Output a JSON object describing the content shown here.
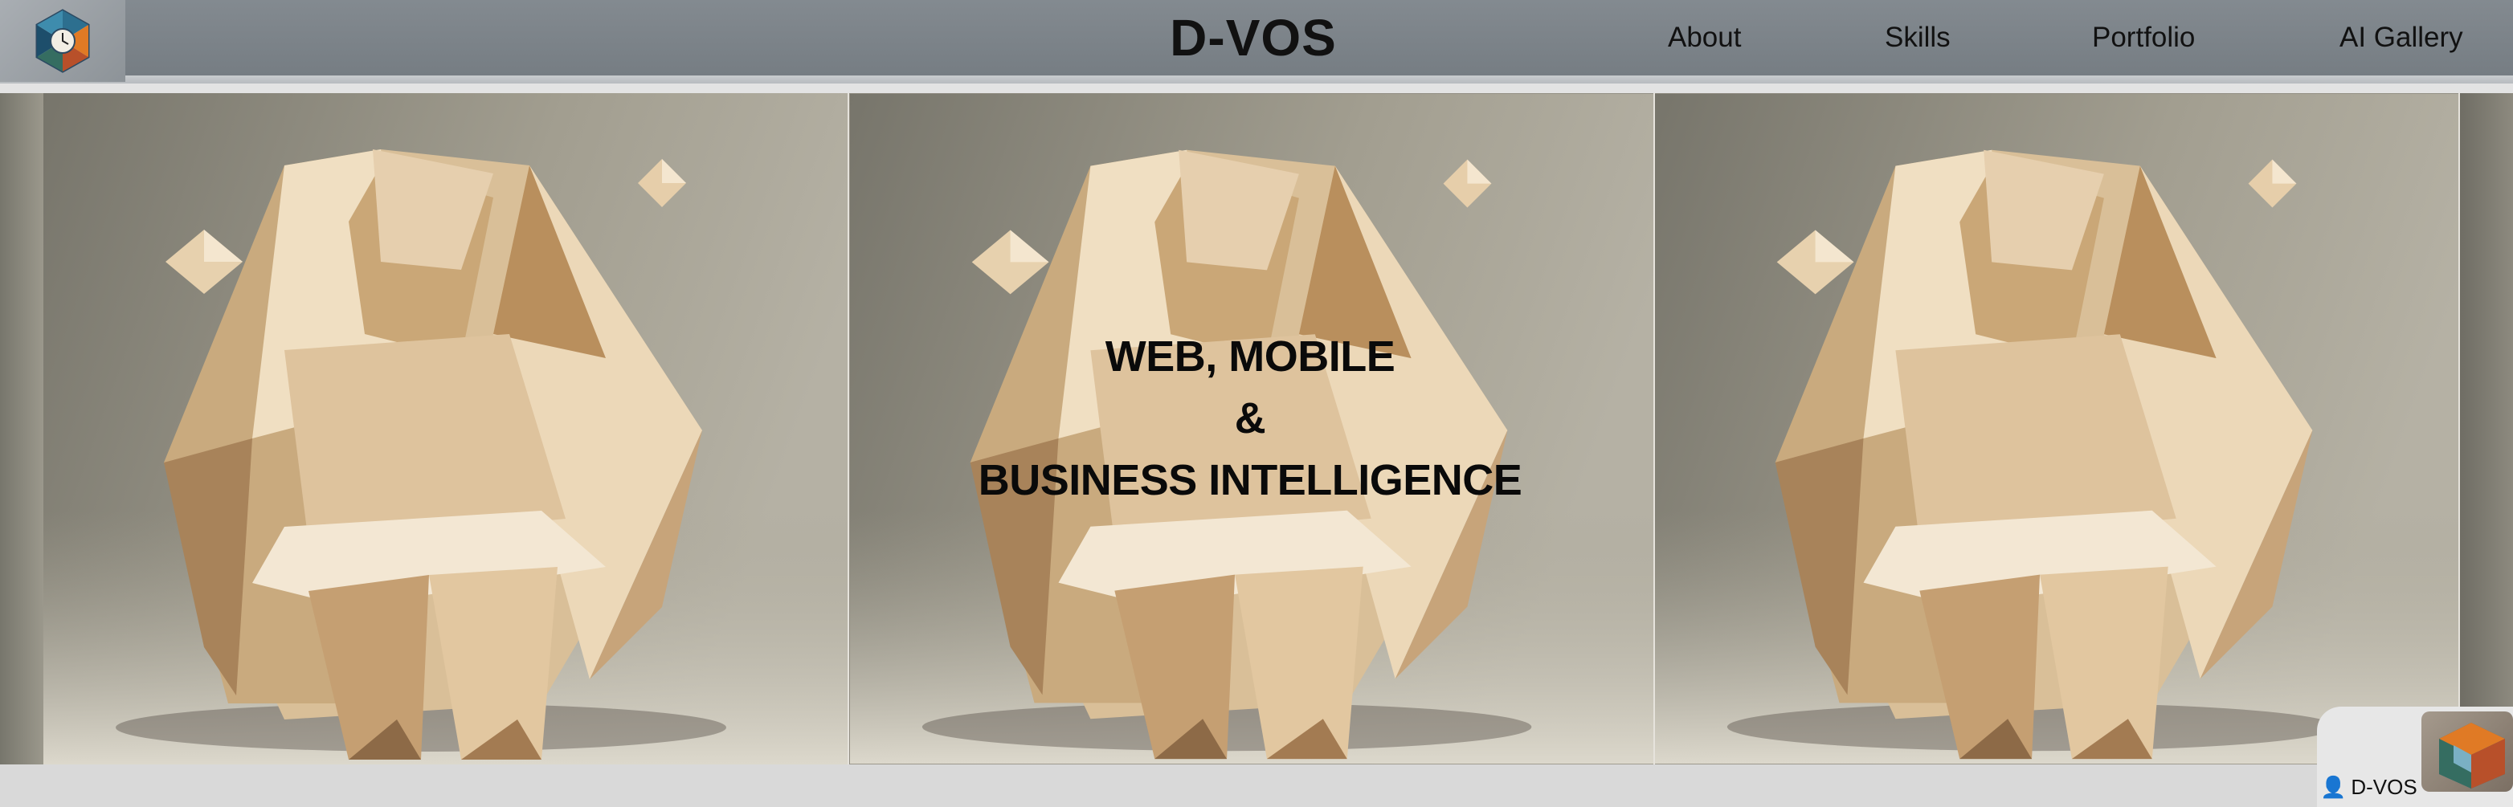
{
  "site": {
    "title": "D-VOS"
  },
  "nav": {
    "items": [
      {
        "id": "about",
        "label": "About"
      },
      {
        "id": "skills",
        "label": "Skills"
      },
      {
        "id": "portfolio",
        "label": "Portfolio"
      },
      {
        "id": "ai-gallery",
        "label": "AI Gallery"
      }
    ]
  },
  "hero": {
    "line1": "WEB, MOBILE",
    "line2": "&",
    "line3": "BUSINESS INTELLIGENCE"
  },
  "badge": {
    "user_label": "D-VOS",
    "user_icon": "user-icon"
  },
  "icons": {
    "logo": "hexagon-logo-icon"
  },
  "colors": {
    "header": "#7c8388",
    "paper": "#e8d4b4",
    "backdrop": "#8f8b80"
  }
}
